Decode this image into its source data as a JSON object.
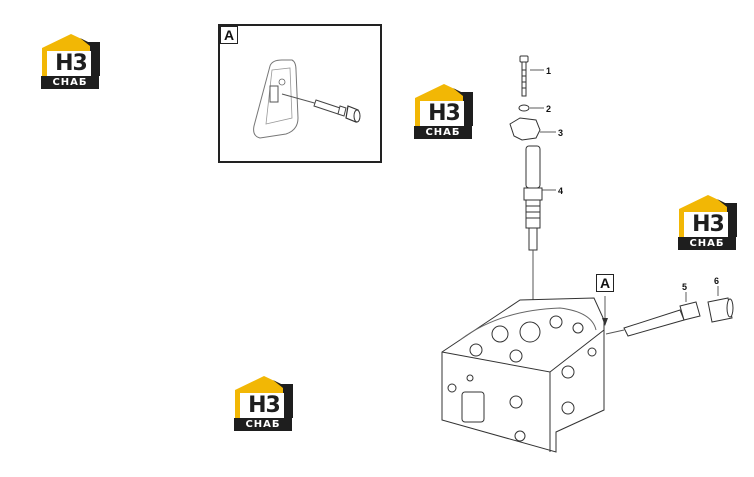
{
  "watermark": {
    "mark_text": "H3",
    "band_text": "CHAБ",
    "accent_color": "#f2b705",
    "dark_color": "#1e1e1e"
  },
  "inset": {
    "label": "A"
  },
  "detail_tag": {
    "label": "A"
  },
  "callouts": [
    "1",
    "2",
    "3",
    "4",
    "5",
    "6"
  ]
}
